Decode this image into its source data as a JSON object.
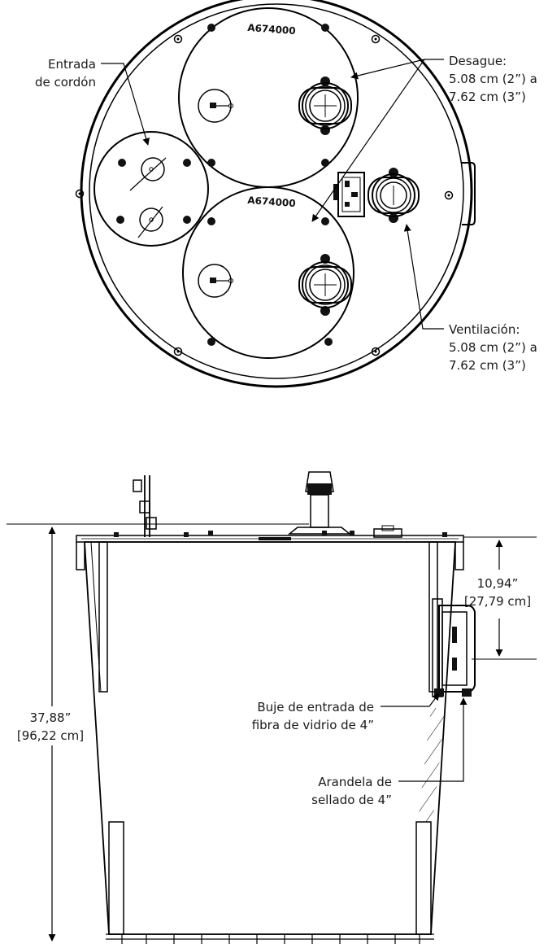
{
  "top_view": {
    "part_number_upper": "A674000",
    "part_number_lower": "A674000"
  },
  "callouts": {
    "cord_entry": [
      "Entrada",
      "de cordón"
    ],
    "drain": [
      "Desague:",
      "5.08 cm (2”) a",
      "7.62 cm (3”)"
    ],
    "vent": [
      "Ventilación:",
      "5.08 cm (2”) a",
      "7.62 cm (3”)"
    ],
    "bushing": [
      "Buje de entrada de",
      "fibra de vidrio de 4”"
    ],
    "washer": [
      "Arandela de",
      "sellado de 4”"
    ]
  },
  "dimensions": {
    "total_height": [
      "37,88”",
      "[96,22 cm]"
    ],
    "inlet_height": [
      "10,94”",
      "[27,79 cm]"
    ]
  }
}
